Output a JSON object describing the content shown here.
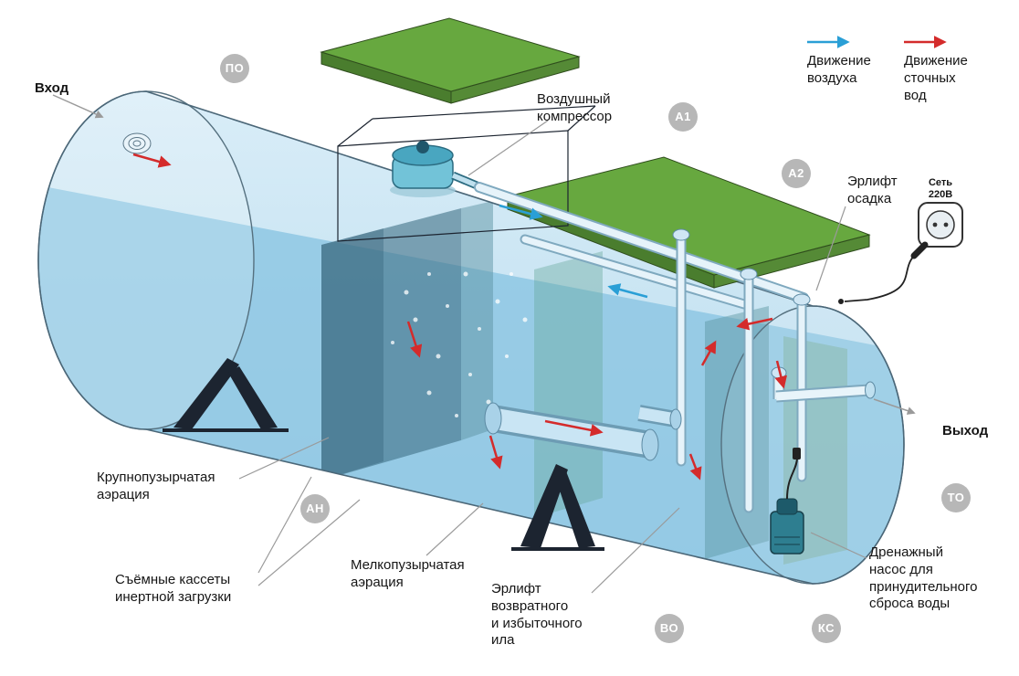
{
  "legend": {
    "air_label": "Движение\nвоздуха",
    "sewage_label": "Движение\nсточных\nвод"
  },
  "labels": {
    "inlet": "Вход",
    "outlet": "Выход",
    "compressor": "Воздушный\nкомпрессор",
    "airlift_sediment": "Эрлифт\nосадка",
    "power": "Сеть\n220В",
    "coarse_aeration": "Крупнопузырчатая\nаэрация",
    "inert_cassettes": "Съёмные кассеты\nинертной загрузки",
    "fine_aeration": "Мелкопузырчатая\nаэрация",
    "sludge_airlift": "Эрлифт\nвозвратного\nи избыточного\nила",
    "drain_pump": "Дренажный\nнасос для\nпринудительного\nсброса воды"
  },
  "badges": {
    "po": "ПО",
    "a1": "А1",
    "a2": "А2",
    "an": "АН",
    "vo": "ВО",
    "ks": "КС",
    "to": "ТО"
  },
  "colors": {
    "air_arrow": "#2a9fd6",
    "sewage_arrow": "#d42b2b",
    "lid_green": "#67a83f",
    "lid_green_dark": "#4a7d2e",
    "lid_green_side": "#558a36",
    "water_blue": "#aedaf0",
    "badge_gray": "#b7b7b7"
  }
}
